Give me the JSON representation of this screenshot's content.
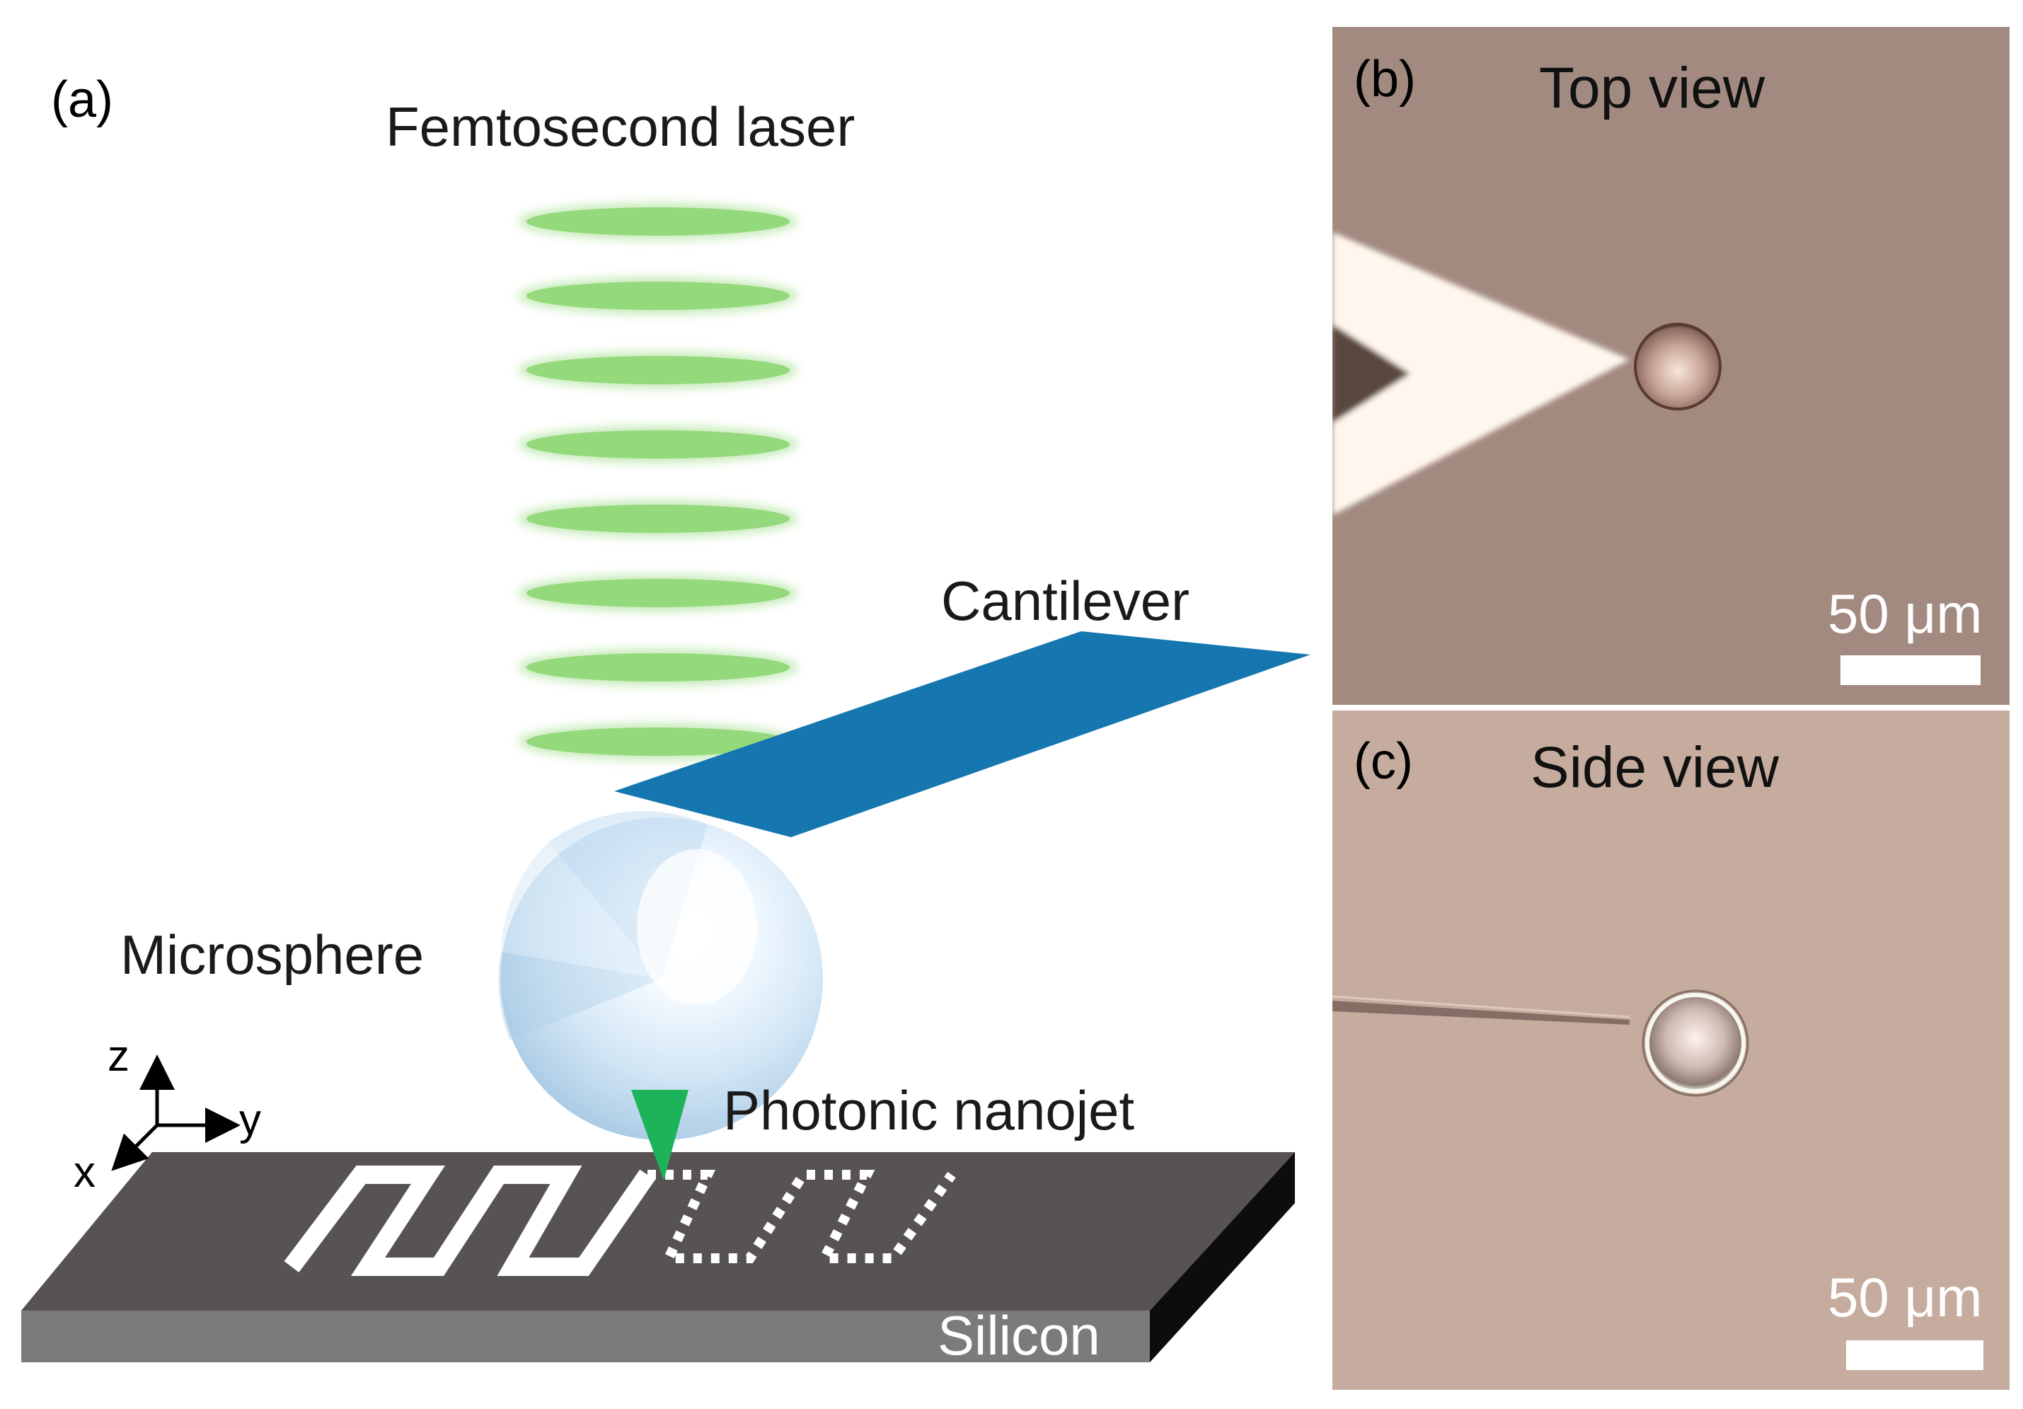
{
  "panel_a": {
    "letter": "(a)",
    "labels": {
      "laser": "Femtosecond laser",
      "cantilever": "Cantilever",
      "microsphere": "Microsphere",
      "nanojet": "Photonic nanojet",
      "substrate": "Silicon"
    },
    "axes": {
      "z": "z",
      "y": "y",
      "x": "x"
    },
    "colors": {
      "laser_beam": "#94d97c",
      "cantilever": "#1677b0",
      "nanojet": "#1db35a",
      "substrate_top": "#575353",
      "substrate_front": "#7d7a7a",
      "substrate_side": "#0d0d0d",
      "pattern": "#ffffff"
    }
  },
  "panel_b": {
    "letter": "(b)",
    "title": "Top view",
    "scale_label": "50 μm",
    "background_color": "#a28a80"
  },
  "panel_c": {
    "letter": "(c)",
    "title": "Side view",
    "scale_label": "50 μm",
    "background_color": "#c6ac9e"
  }
}
